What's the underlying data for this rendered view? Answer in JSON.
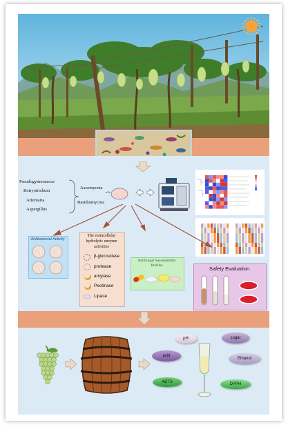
{
  "fungi_genera": [
    "Pseudogymnoascus",
    "Botryotrichum",
    "Alternaria",
    "Aspergillus"
  ],
  "phyla": [
    "Ascomycota",
    "Basidiomycota"
  ],
  "activities": {
    "antibacterial_title": "Antibacterial Activity",
    "enzyme_title": [
      "The extracellular",
      "hydrolytic enzyme",
      "activities"
    ],
    "enzymes": [
      "β-glucosidase",
      "protease",
      "amylase",
      "Pectinase",
      "Lipase"
    ],
    "antifungal_title": [
      "Antifungal Susceptibility",
      "Profiles"
    ],
    "safety_title": "Safety Evaluation"
  },
  "fermentation_params": [
    "pH",
    "sugar",
    "acid",
    "Ethanol",
    "ABTS",
    "DPPH"
  ],
  "colors": {
    "sky": "#8ecae6",
    "vine_green": "#3f7d2a",
    "grape": "#b9d88a",
    "panel_blue": "#dceaf6",
    "header_orange": "#e9a07b",
    "safety_pink": "#e8c6e8",
    "enzyme_peach": "#f6ded0",
    "antifungal_green": "#c9f0c4",
    "antibacterial_blue": "#bfe0f5",
    "barrel": "#a65a2a"
  },
  "icons": [
    "sun-icon",
    "microbe-icon",
    "sequencer-icon",
    "heatmap-icon",
    "petri-dish-icon",
    "test-tube-icon",
    "grape-cluster-icon",
    "barrel-icon",
    "wine-glass-icon",
    "arrow-right-icon",
    "arrow-down-icon"
  ]
}
